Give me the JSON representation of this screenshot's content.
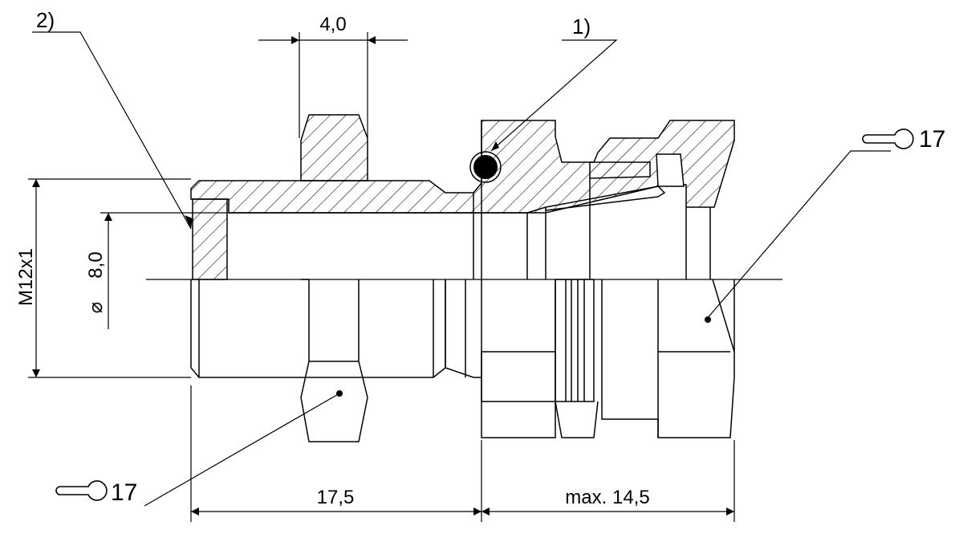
{
  "drawing": {
    "dimensions": {
      "width_top": "4,0",
      "thread": "M12x1",
      "bore": "8,0",
      "length_left": "17,5",
      "length_right": "max. 14,5"
    },
    "callouts": {
      "note_1": "1)",
      "note_2": "2)"
    },
    "wrench_sizes": {
      "nut_right": "17",
      "nut_left": "17"
    },
    "icons": [
      "wrench-icon",
      "wrench-icon"
    ]
  }
}
